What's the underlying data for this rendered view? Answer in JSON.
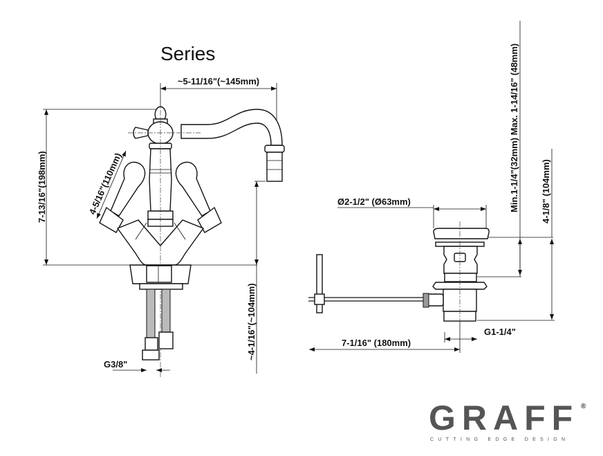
{
  "title": "Series",
  "faucet": {
    "spout_reach": "~5-11/16\"(~145mm)",
    "total_height": "7-13/16\"(198mm)",
    "handle_length": "4-5/16\"(110mm)",
    "spout_height": "~4-1/16\"(~104mm)",
    "connection": "G3/8\""
  },
  "drain": {
    "cap_diameter": "Ø2-1/2\" (Ø63mm)",
    "deck_range": "Min.1-1/4\"(32mm) Max. 1-14/16\" (48mm)",
    "height": "4-1/8\" (104mm)",
    "rod_length": "7-1/16\" (180mm)",
    "thread": "G1-1/4\""
  },
  "logo": {
    "brand": "GRAFF",
    "registered": "®",
    "tagline": "CUTTING EDGE DESIGN"
  },
  "colors": {
    "line": "#111111",
    "logo": "#555555"
  }
}
